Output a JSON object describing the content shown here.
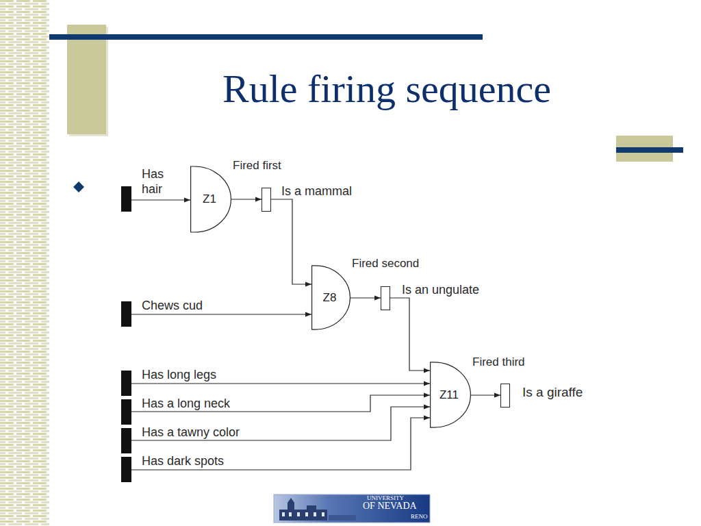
{
  "diagram": {
    "title": "Rule firing sequence",
    "nodes": [
      {
        "text": [
          "Has hair"
        ]
      },
      {
        "text": [
          "Z1"
        ]
      },
      {
        "text": [
          "Is a mammal"
        ]
      },
      {
        "text": [
          "Chews cud"
        ]
      },
      {
        "text": [
          "Z8"
        ]
      },
      {
        "text": [
          "Is an ungulate"
        ]
      },
      {
        "text": [
          "Has long legs"
        ]
      },
      {
        "text": [
          "Has a long neck"
        ]
      },
      {
        "text": [
          "Has a tawny color"
        ]
      },
      {
        "text": [
          "Has dark spots"
        ]
      },
      {
        "text": [
          "Z11"
        ]
      },
      {
        "text": [
          "Is a giraffe"
        ]
      }
    ],
    "edges": [
      {
        "from": 0,
        "to": 1,
        "arrow": "to"
      },
      {
        "from": 1,
        "to": 2,
        "arrow": "to"
      },
      {
        "from": 2,
        "to": 4,
        "arrow": "to"
      },
      {
        "from": 3,
        "to": 4,
        "arrow": "to"
      },
      {
        "from": 4,
        "to": 5,
        "arrow": "to"
      },
      {
        "from": 5,
        "to": 10,
        "arrow": "to"
      },
      {
        "from": 6,
        "to": 10,
        "arrow": "to"
      },
      {
        "from": 7,
        "to": 10,
        "arrow": "to"
      },
      {
        "from": 8,
        "to": 10,
        "arrow": "to"
      },
      {
        "from": 9,
        "to": 10,
        "arrow": "to"
      },
      {
        "from": 10,
        "to": 11,
        "arrow": "to"
      }
    ],
    "labels": [
      "Fired first",
      "Fired second",
      "Fired third",
      "UNIVERSITY",
      "OF NEVADA",
      "RENO"
    ]
  }
}
